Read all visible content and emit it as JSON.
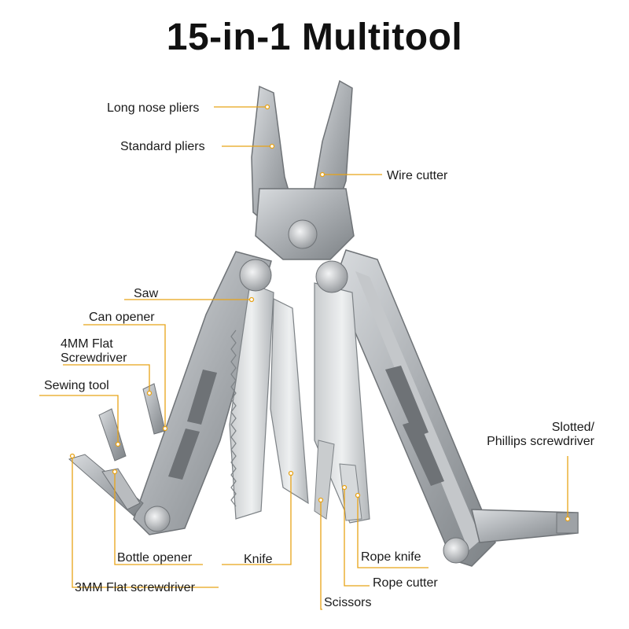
{
  "title": "15-in-1 Multitool",
  "accent_color": "#e8a317",
  "metal_color": "#a9adb1",
  "labels": {
    "long_nose_pliers": "Long nose pliers",
    "standard_pliers": "Standard pliers",
    "wire_cutter": "Wire cutter",
    "saw": "Saw",
    "can_opener": "Can opener",
    "flat_screwdriver_4mm": "4MM Flat\nScrewdriver",
    "sewing_tool": "Sewing tool",
    "slotted_phillips": "Slotted/\nPhillips screwdriver",
    "bottle_opener": "Bottle opener",
    "knife": "Knife",
    "rope_knife": "Rope knife",
    "flat_screwdriver_3mm": "3MM Flat screwdriver",
    "rope_cutter": "Rope cutter",
    "scissors": "Scissors"
  }
}
